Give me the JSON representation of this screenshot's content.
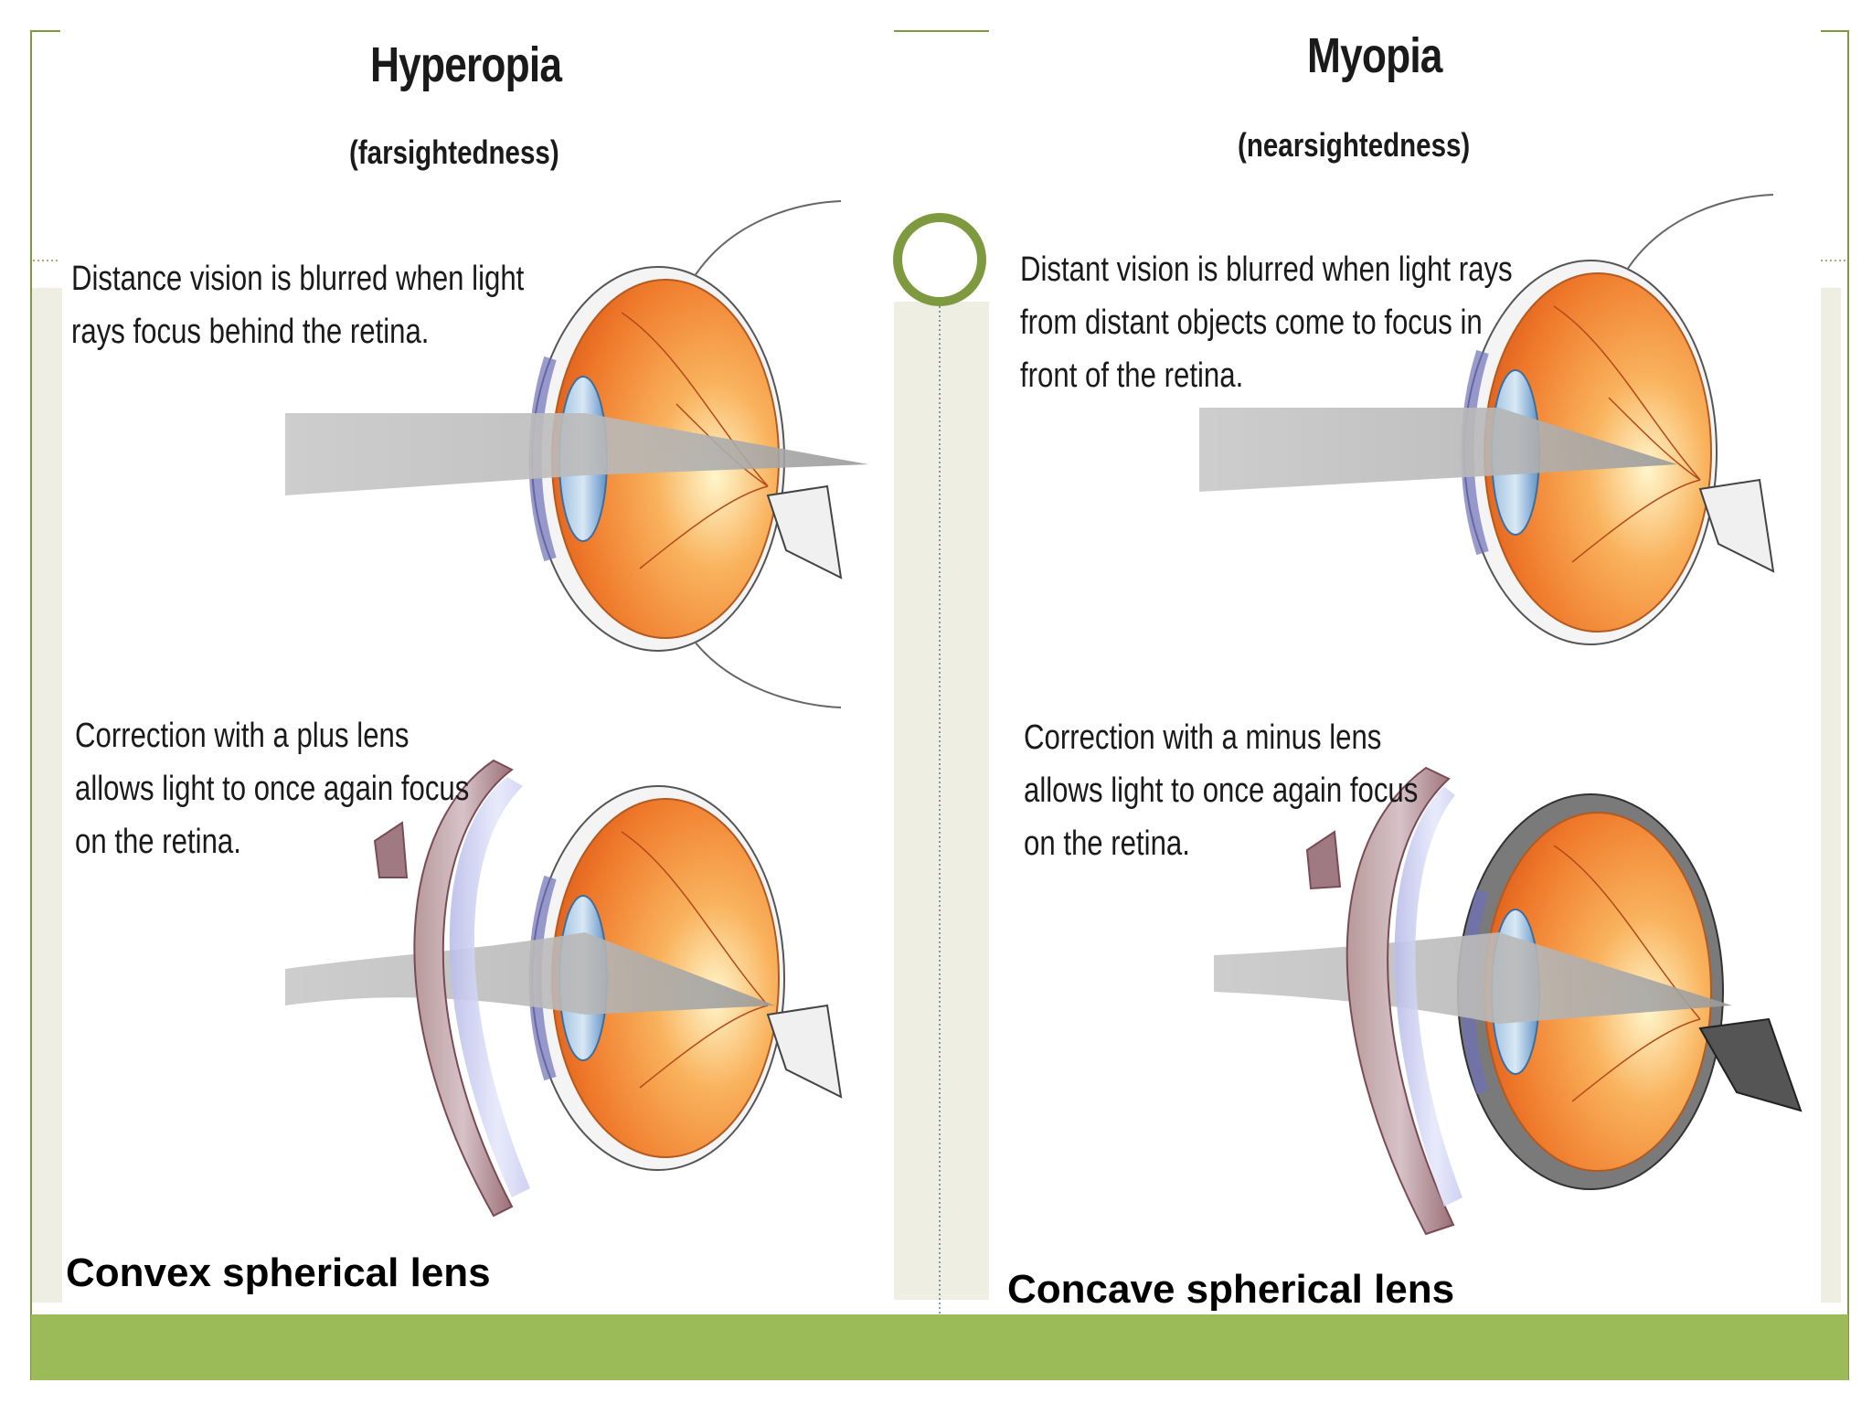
{
  "slide": {
    "colors": {
      "accent_green": "#9bbb59",
      "side_beige": "#eeeee2",
      "frame_line": "#7f9a3e",
      "circle_green": "#7f9a3e"
    }
  },
  "hyperopia": {
    "title": "Hyperopia",
    "subtitle": "(farsightedness)",
    "problem_text": [
      "Distance vision is blurred when light",
      "rays focus behind the retina."
    ],
    "correction_text": [
      "Correction with a plus lens",
      "allows light to once again focus",
      "on the retina."
    ],
    "caption": "Convex spherical lens"
  },
  "myopia": {
    "title": "Myopia",
    "subtitle": "(nearsightedness)",
    "problem_text": [
      "Distant vision is blurred when light rays",
      "from distant objects come to focus in",
      "front of the retina."
    ],
    "correction_text": [
      "Correction with a minus lens",
      "allows light to once again focus",
      "on the retina."
    ],
    "caption": "Concave spherical lens"
  },
  "icons": {
    "divider_circle": "ring-icon",
    "eye": "eye-cross-section-icon",
    "lens": "spectacle-lens-icon"
  }
}
